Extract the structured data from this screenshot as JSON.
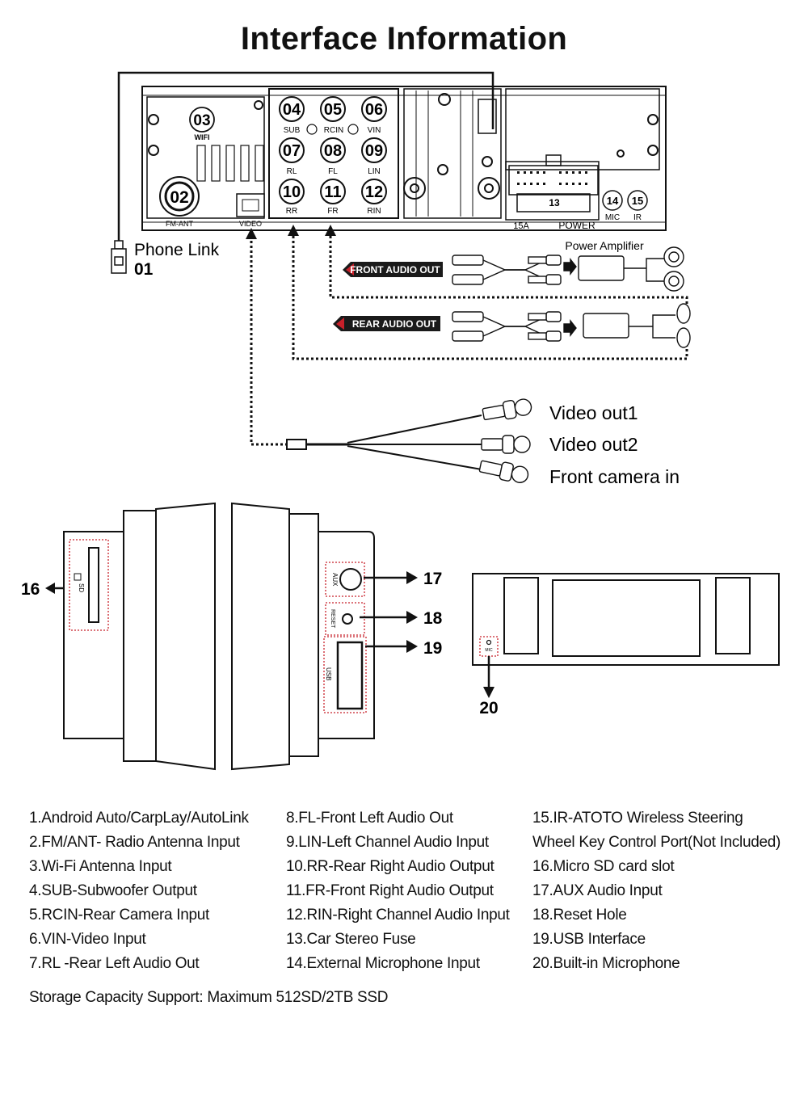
{
  "title": "Interface Information",
  "labels": {
    "phone_link": "Phone Link",
    "p01": "01",
    "p02": "02",
    "p03": "03",
    "wifi": "WIFI",
    "fm_ant": "FM-ANT",
    "video": "VIDEO",
    "p04": "04",
    "p05": "05",
    "p06": "06",
    "p07": "07",
    "p08": "08",
    "p09": "09",
    "p10": "10",
    "p11": "11",
    "p12": "12",
    "sub": "SUB",
    "rcin": "RCIN",
    "vin": "VIN",
    "rl": "RL",
    "fl": "FL",
    "lin": "LIN",
    "rr": "RR",
    "fr": "FR",
    "rin": "RIN",
    "p13": "13",
    "p14": "14",
    "p15": "15",
    "mic": "MIC",
    "ir": "IR",
    "fuse": "15A",
    "power": "POWER",
    "power_amplifier": "Power Amplifier",
    "front_audio_out": "FRONT AUDIO OUT",
    "rear_audio_out": "REAR AUDIO OUT",
    "video_out1": "Video out1",
    "video_out2": "Video out2",
    "front_camera_in": "Front camera in",
    "sd": "SD",
    "aux": "AUX",
    "reset": "RESET",
    "usb": "USB",
    "mic_small": "MIC",
    "p16": "16",
    "p17": "17",
    "p18": "18",
    "p19": "19",
    "p20": "20"
  },
  "legend_col1": [
    "1.Android Auto/CarpLay/AutoLink",
    "2.FM/ANT- Radio Antenna Input",
    "3.Wi-Fi Antenna Input",
    "4.SUB-Subwoofer Output",
    "5.RCIN-Rear Camera Input",
    "6.VIN-Video Input",
    "7.RL -Rear Left Audio Out"
  ],
  "legend_col2": [
    "8.FL-Front Left Audio Out",
    "9.LIN-Left Channel Audio Input",
    "10.RR-Rear Right Audio Output",
    "11.FR-Front Right Audio Output",
    "12.RIN-Right Channel Audio Input",
    "13.Car Stereo Fuse",
    "14.External Microphone Input"
  ],
  "legend_col3": [
    "15.IR-ATOTO Wireless Steering",
    "Wheel Key Control Port(Not Included)",
    "16.Micro SD card slot",
    "17.AUX Audio Input",
    "18.Reset Hole",
    "19.USB Interface",
    "20.Built-in Microphone"
  ],
  "storage": "Storage Capacity Support: Maximum 512SD/2TB SSD",
  "colors": {
    "line": "#111111",
    "accent_red": "#c8202a",
    "badge_bg": "#1a1a1a"
  }
}
